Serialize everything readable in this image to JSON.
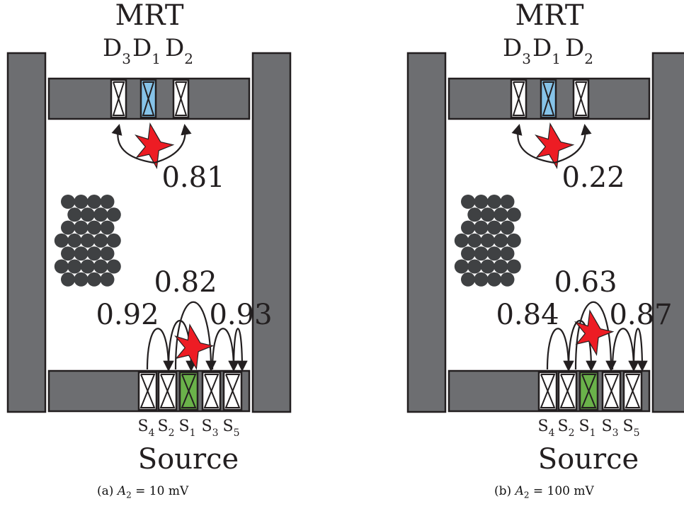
{
  "panels": [
    {
      "id": "a",
      "mrt_title": "MRT",
      "source_title": "Source",
      "detectors": [
        {
          "letter": "D",
          "sub": "3",
          "color": "#ffffff"
        },
        {
          "letter": "D",
          "sub": "1",
          "color": "#86c3e8"
        },
        {
          "letter": "D",
          "sub": "2",
          "color": "#ffffff"
        }
      ],
      "sources": [
        {
          "letter": "S",
          "sub": "4",
          "color": "#ffffff"
        },
        {
          "letter": "S",
          "sub": "2",
          "color": "#ffffff"
        },
        {
          "letter": "S",
          "sub": "1",
          "color": "#6ab24a"
        },
        {
          "letter": "S",
          "sub": "3",
          "color": "#ffffff"
        },
        {
          "letter": "S",
          "sub": "5",
          "color": "#ffffff"
        }
      ],
      "values": {
        "detector": "0.81",
        "source_center": "0.82",
        "source_left": "0.92",
        "source_right": "0.93"
      },
      "caption": {
        "label": "(a)",
        "var": "A",
        "var_sub": "2",
        "rhs": "= 10 mV"
      }
    },
    {
      "id": "b",
      "mrt_title": "MRT",
      "source_title": "Source",
      "detectors": [
        {
          "letter": "D",
          "sub": "3",
          "color": "#ffffff"
        },
        {
          "letter": "D",
          "sub": "1",
          "color": "#86c3e8"
        },
        {
          "letter": "D",
          "sub": "2",
          "color": "#ffffff"
        }
      ],
      "sources": [
        {
          "letter": "S",
          "sub": "4",
          "color": "#ffffff"
        },
        {
          "letter": "S",
          "sub": "2",
          "color": "#ffffff"
        },
        {
          "letter": "S",
          "sub": "1",
          "color": "#6ab24a"
        },
        {
          "letter": "S",
          "sub": "3",
          "color": "#ffffff"
        },
        {
          "letter": "S",
          "sub": "5",
          "color": "#ffffff"
        }
      ],
      "values": {
        "detector": "0.22",
        "source_center": "0.63",
        "source_left": "0.84",
        "source_right": "0.87"
      },
      "caption": {
        "label": "(b)",
        "var": "A",
        "var_sub": "2",
        "rhs": "= 100 mV"
      }
    }
  ],
  "colors": {
    "wall": "#6d6e71",
    "rod": "#3f4143",
    "star": "#ed1c24",
    "arrow": "#231f20"
  }
}
